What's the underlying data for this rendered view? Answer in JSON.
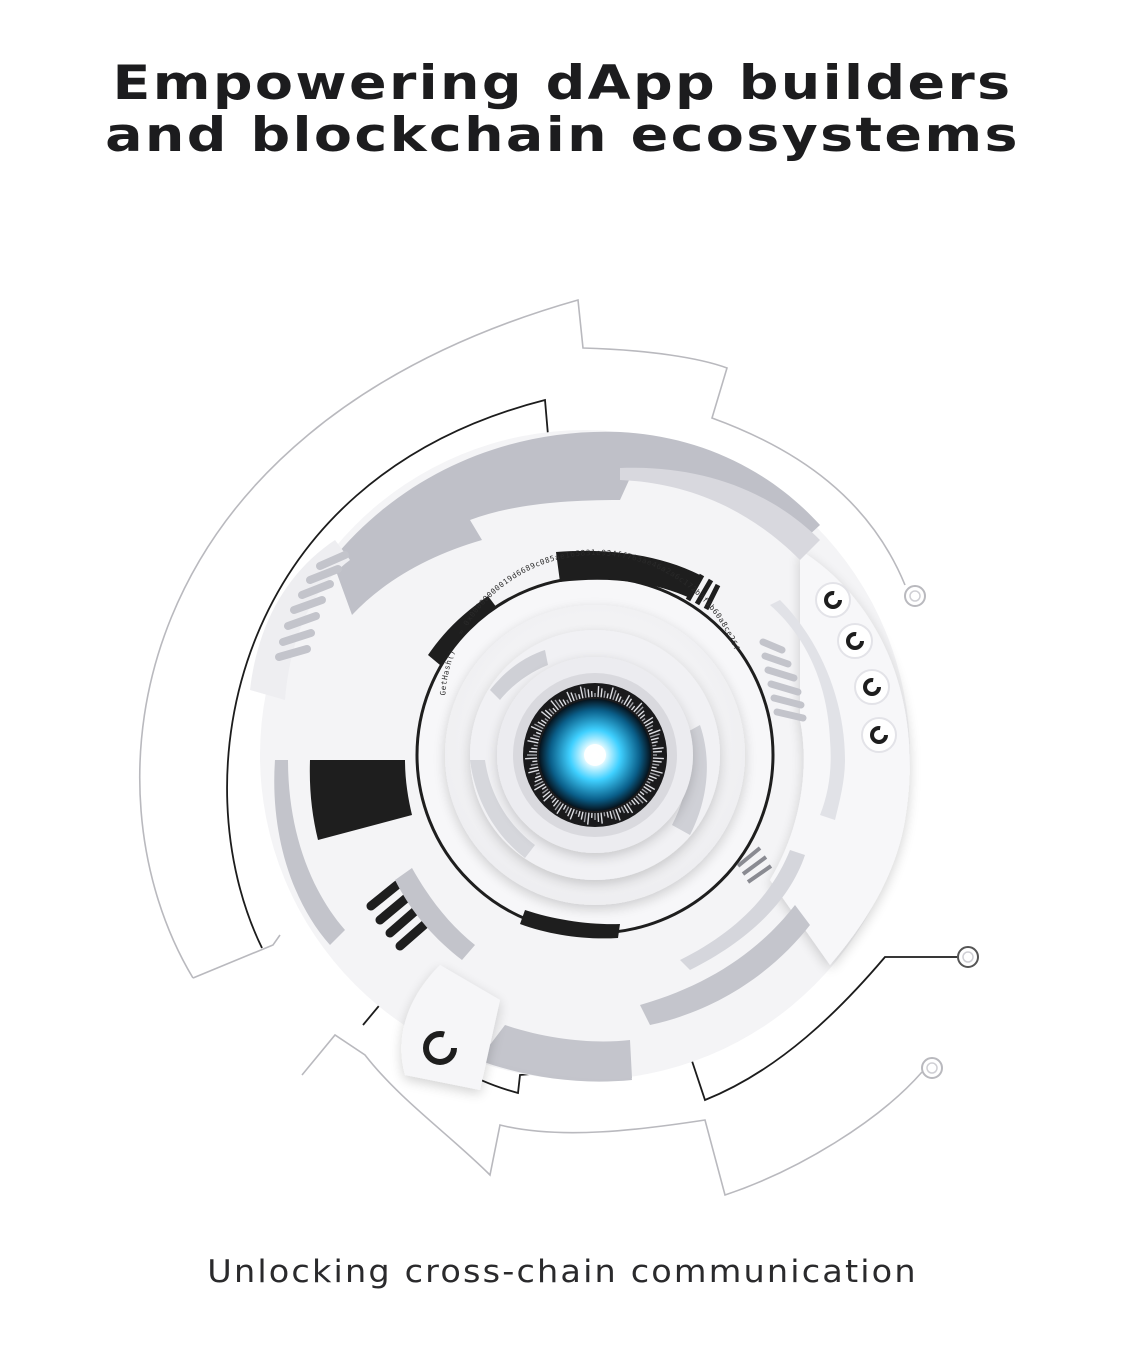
{
  "headline": {
    "line1": "Empowering dApp builders",
    "line2": "and blockchain ecosystems"
  },
  "illustration": {
    "hash_label": "GetHash()",
    "hash_value": "= 0x00000000019d6689c085ae165831e934ff763ae46a2a6c172b3f1b60a8ce26f",
    "core_color": "#3fd0ff",
    "ring_gray": "#bfc0c8",
    "ink": "#1e1e1e"
  },
  "tagline": "Unlocking cross-chain communication"
}
